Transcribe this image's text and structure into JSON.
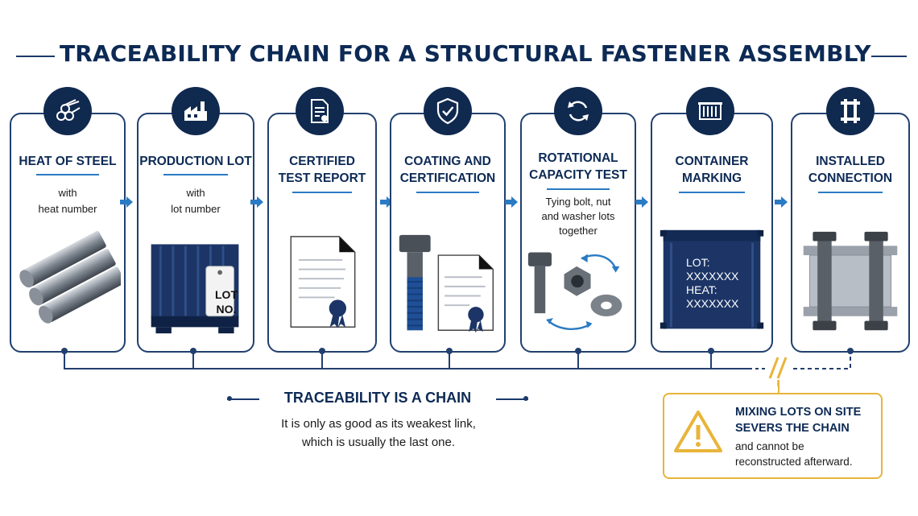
{
  "title": "TRACEABILITY CHAIN FOR A STRUCTURAL FASTENER ASSEMBLY",
  "stages": [
    {
      "title": "HEAT OF STEEL",
      "subtitle": "with\nheat number",
      "icon": "steel-bars-icon"
    },
    {
      "title": "PRODUCTION LOT",
      "subtitle": "with\nlot number",
      "icon": "factory-icon",
      "tag_text": "LOT\nNO."
    },
    {
      "title": "CERTIFIED\nTEST REPORT",
      "subtitle": "",
      "icon": "certificate-document-icon"
    },
    {
      "title": "COATING AND\nCERTIFICATION",
      "subtitle": "",
      "icon": "shield-check-icon"
    },
    {
      "title": "ROTATIONAL\nCAPACITY TEST",
      "subtitle": "Tying bolt, nut\nand washer lots\ntogether",
      "icon": "rotation-arrows-icon"
    },
    {
      "title": "CONTAINER\nMARKING",
      "subtitle": "",
      "icon": "container-icon",
      "marking": "LOT:\nXXXXXXX\nHEAT:\nXXXXXXX"
    },
    {
      "title": "INSTALLED\nCONNECTION",
      "subtitle": "",
      "icon": "bolted-connection-icon"
    }
  ],
  "summary": {
    "title": "TRACEABILITY IS A CHAIN",
    "body": "It is only as good as its weakest link,\nwhich is usually the last one."
  },
  "warning": {
    "title": "MIXING LOTS ON SITE\nSEVERS THE CHAIN",
    "body": "and cannot be\nreconstructed afterward.",
    "icon": "warning-triangle-icon"
  },
  "colors": {
    "navy": "#10294f",
    "accent_blue": "#2a7bc4",
    "warning_gold": "#e8b43a"
  }
}
